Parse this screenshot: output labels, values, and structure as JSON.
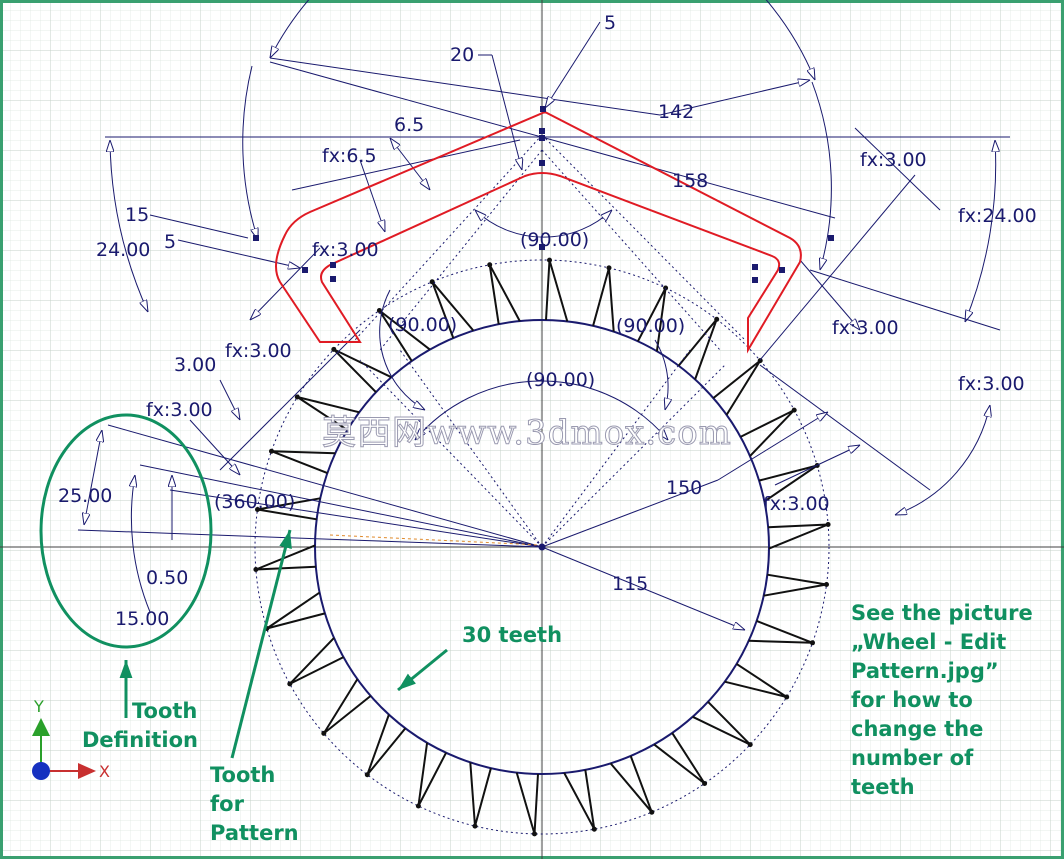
{
  "dimensions": {
    "d5_top": "5",
    "d20": "20",
    "d142": "142",
    "d158": "158",
    "d6_5": "6.5",
    "fx6_5": "fx:6.5",
    "fx3_top_right": "fx:3.00",
    "fx24_right": "fx:24.00",
    "d15_left": "15",
    "d24_left": "24.00",
    "d5_left": "5",
    "fx3_left_top": "fx:3.00",
    "a90_top": "(90.00)",
    "fx3_right_mid": "fx:3.00",
    "a90_left": "(90.00)",
    "a90_right": "(90.00)",
    "fx3_left_mid": "fx:3.00",
    "d3_left": "3.00",
    "a90_center": "(90.00)",
    "fx3_right_low": "fx:3.00",
    "fx3_left_low": "fx:3.00",
    "d25": "25.00",
    "a360": "(360.00)",
    "d150": "150",
    "fx3_right_bottom": "fx:3.00",
    "d0_5": "0.50",
    "d115": "115",
    "d15_tooth": "15.00"
  },
  "notes": {
    "teeth_count": "30 teeth",
    "tooth_definition_line1": "Tooth",
    "tooth_definition_line2": "Definition",
    "tooth_pattern_line1": "Tooth",
    "tooth_pattern_line2": "for",
    "tooth_pattern_line3": "Pattern",
    "see_line1": "See the picture",
    "see_line2": "„Wheel - Edit",
    "see_line3": "Pattern.jpg”",
    "see_line4": "for how to",
    "see_line5": "change the",
    "see_line6": "number of",
    "see_line7": "teeth"
  },
  "watermark": "莫西网www.3dmox.com",
  "triad": {
    "y_label": "Y",
    "x_label": "X"
  },
  "colors": {
    "grid": "#cfdcd4",
    "dimension": "#1a1a6e",
    "profile": "#e01b24",
    "note": "#109060",
    "border": "#3aa070"
  },
  "wheel": {
    "teeth": 30
  }
}
